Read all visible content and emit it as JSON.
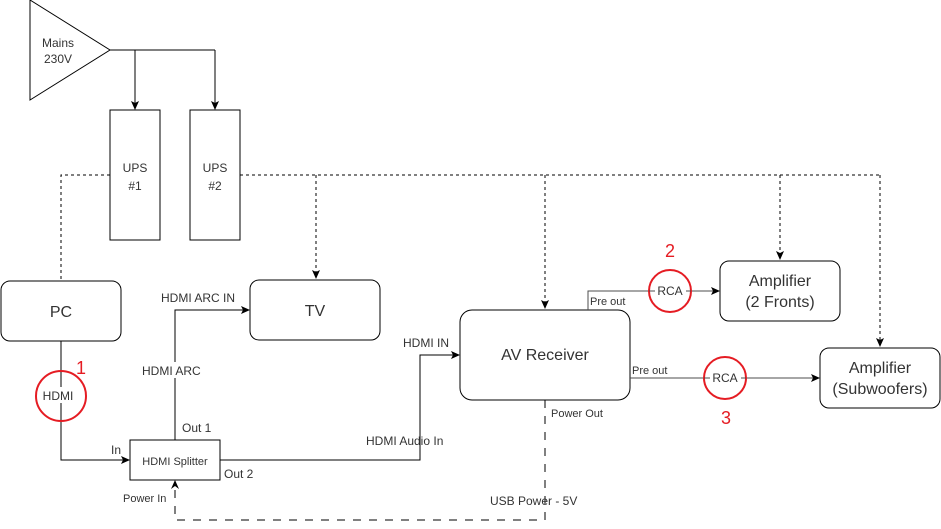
{
  "diagram": {
    "source": {
      "line1": "Mains",
      "line2": "230V"
    },
    "ups": [
      {
        "line1": "UPS",
        "line2": "#1"
      },
      {
        "line1": "UPS",
        "line2": "#2"
      }
    ],
    "devices": {
      "pc": "PC",
      "tv": "TV",
      "receiver": "AV Receiver",
      "splitter": "HDMI Splitter",
      "amp_fronts": {
        "line1": "Amplifier",
        "line2": "(2 Fronts)"
      },
      "amp_subs": {
        "line1": "Amplifier",
        "line2": "(Subwoofers)"
      }
    },
    "connection_labels": {
      "hdmi_arc_in": "HDMI ARC IN",
      "hdmi_arc": "HDMI ARC",
      "out1": "Out 1",
      "out2": "Out 2",
      "in": "In",
      "power_in": "Power In",
      "hdmi_in": "HDMI IN",
      "hdmi_audio_in": "HDMI Audio In",
      "pre_out_1": "Pre out",
      "pre_out_2": "Pre out",
      "power_out": "Power Out",
      "usb_power": "USB Power - 5V"
    },
    "markers": [
      {
        "number": "1",
        "label": "HDMI"
      },
      {
        "number": "2",
        "label": "RCA"
      },
      {
        "number": "3",
        "label": "RCA"
      }
    ],
    "colors": {
      "marker": "#e51c23",
      "line": "#000000",
      "text": "#333333"
    }
  }
}
